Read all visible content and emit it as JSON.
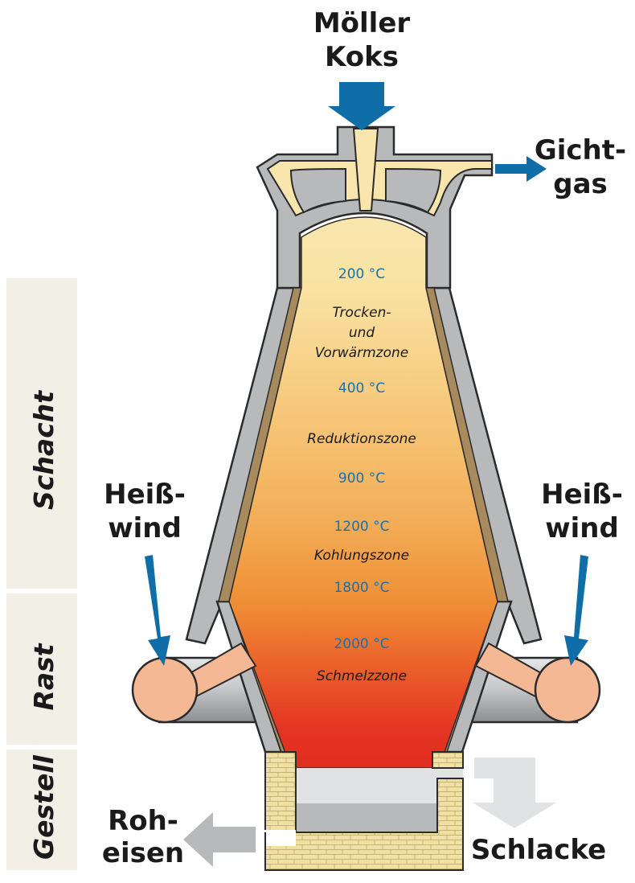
{
  "labels": {
    "top_line1": "Möller",
    "top_line2": "Koks",
    "gas_line1": "Gicht-",
    "gas_line2": "gas",
    "wind_left_line1": "Heiß-",
    "wind_left_line2": "wind",
    "wind_right_line1": "Heiß-",
    "wind_right_line2": "wind",
    "iron_line1": "Roh-",
    "iron_line2": "eisen",
    "slag": "Schlacke"
  },
  "sections": {
    "shaft": "Schacht",
    "bosh": "Rast",
    "hearth": "Gestell"
  },
  "temperatures": {
    "t200": "200 °C",
    "t400": "400 °C",
    "t900": "900 °C",
    "t1200": "1200 °C",
    "t1800": "1800 °C",
    "t2000": "2000 °C"
  },
  "zones": {
    "drying_line1": "Trocken-",
    "drying_line2": "und",
    "drying_line3": "Vorwärmzone",
    "reduction": "Reduktionszone",
    "carburization": "Kohlungszone",
    "melting": "Schmelzzone"
  },
  "colors": {
    "arrow_blue": "#0f6ea8",
    "wall_gray": "#b8b9bb",
    "lining_brown": "#a88a5f",
    "hot_red": "#e32f22",
    "slag_gray": "#e0e2e4",
    "brick": "#efe0a8",
    "section_bg": "#f2efe6"
  }
}
